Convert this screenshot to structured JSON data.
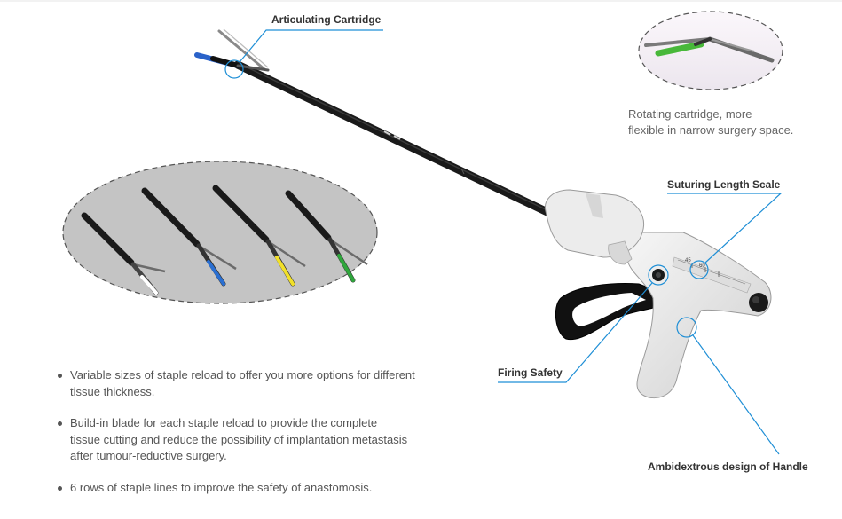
{
  "callouts": {
    "articulating_cartridge": "Articulating Cartridge",
    "suturing_length_scale": "Suturing Length Scale",
    "firing_safety": "Firing Safety",
    "ambidextrous_handle": "Ambidextrous design of Handle"
  },
  "inset_caption": {
    "line1": "Rotating cartridge, more",
    "line2": "flexible in narrow surgery space."
  },
  "scale_markings": [
    "45",
    "60"
  ],
  "features": [
    {
      "line1": "Variable sizes of staple reload to offer you more options for different",
      "line2": "tissue thickness.",
      "line3": ""
    },
    {
      "line1": "Build-in blade for each staple reload to provide the complete",
      "line2": "tissue cutting and reduce the possibility of implantation metastasis",
      "line3": "after tumour-reductive surgery."
    },
    {
      "line1": "6 rows of staple lines to improve the safety of anastomosis.",
      "line2": "",
      "line3": ""
    }
  ],
  "colors": {
    "accent_blue": "#1f8fd6",
    "shaft": "#1a1a1a",
    "handle_white": "#e9e9e9",
    "grip_black": "#111111",
    "reload_white": "#ffffff",
    "reload_blue": "#2a6fd2",
    "reload_yellow": "#f1e02a",
    "reload_green": "#2fa63c",
    "inset_gray": "#c4c4c4"
  }
}
